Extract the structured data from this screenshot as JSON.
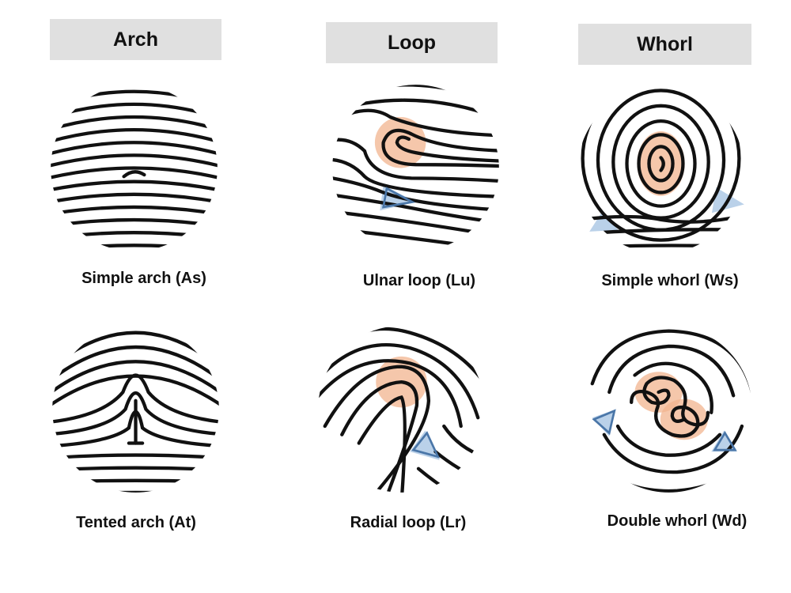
{
  "headers": {
    "arch": "Arch",
    "loop": "Loop",
    "whorl": "Whorl"
  },
  "captions": {
    "simple_arch": "Simple arch (As)",
    "tented_arch": "Tented arch (At)",
    "ulnar_loop": "Ulnar loop (Lu)",
    "radial_loop": "Radial loop (Lr)",
    "simple_whorl": "Simple whorl (Ws)",
    "double_whorl": "Double whorl (Wd)"
  },
  "colors": {
    "ridge": "#111111",
    "core_highlight": "#f2b48f",
    "delta_highlight": "#a9c6e4",
    "header_bg": "#e0e0e0"
  }
}
